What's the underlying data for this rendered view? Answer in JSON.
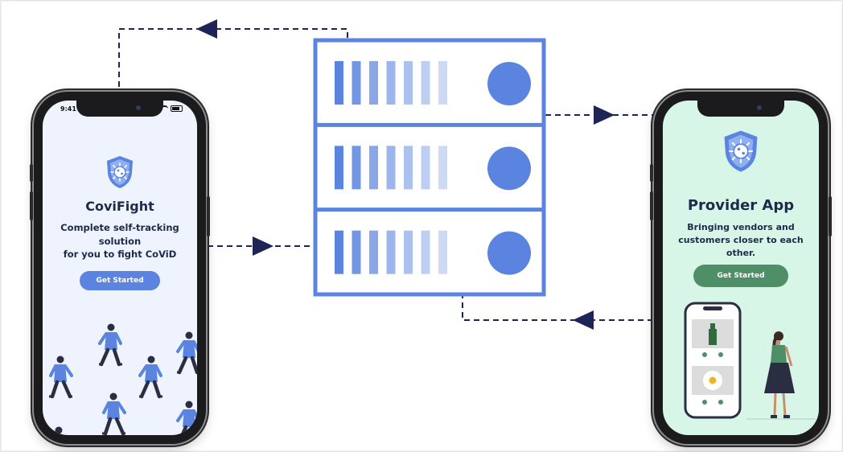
{
  "left_app": {
    "status_time": "9:41",
    "title": "CoviFight",
    "subtitle_line1": "Complete self-tracking solution",
    "subtitle_line2": "for you to fight CoViD",
    "button": "Get Started",
    "accent": "#5b84e0",
    "background": "#eef3fd",
    "icons": [
      "shield-virus-icon",
      "walking-people-illustration"
    ]
  },
  "right_app": {
    "title": "Provider App",
    "subtitle_line1": "Bringing vendors and",
    "subtitle_line2": "customers closer to each other.",
    "button": "Get Started",
    "accent": "#4e8f68",
    "background": "#d8f6e8",
    "icons": [
      "shield-virus-icon",
      "mini-phone-with-bottle-and-food",
      "woman-standing-illustration"
    ]
  },
  "server": {
    "units": 3,
    "color": "#5b84e0",
    "icon": "server-rack-icon"
  },
  "connectors": {
    "color": "#1e2456",
    "style": "dashed",
    "arrows": [
      {
        "id": "server-to-left-top",
        "from": "server",
        "to": "left_app",
        "direction": "left"
      },
      {
        "id": "left-to-server-mid",
        "from": "left_app",
        "to": "server",
        "direction": "right"
      },
      {
        "id": "server-to-right-top",
        "from": "server",
        "to": "right_app",
        "direction": "right"
      },
      {
        "id": "right-to-server-bottom",
        "from": "right_app",
        "to": "server",
        "direction": "left"
      }
    ]
  }
}
